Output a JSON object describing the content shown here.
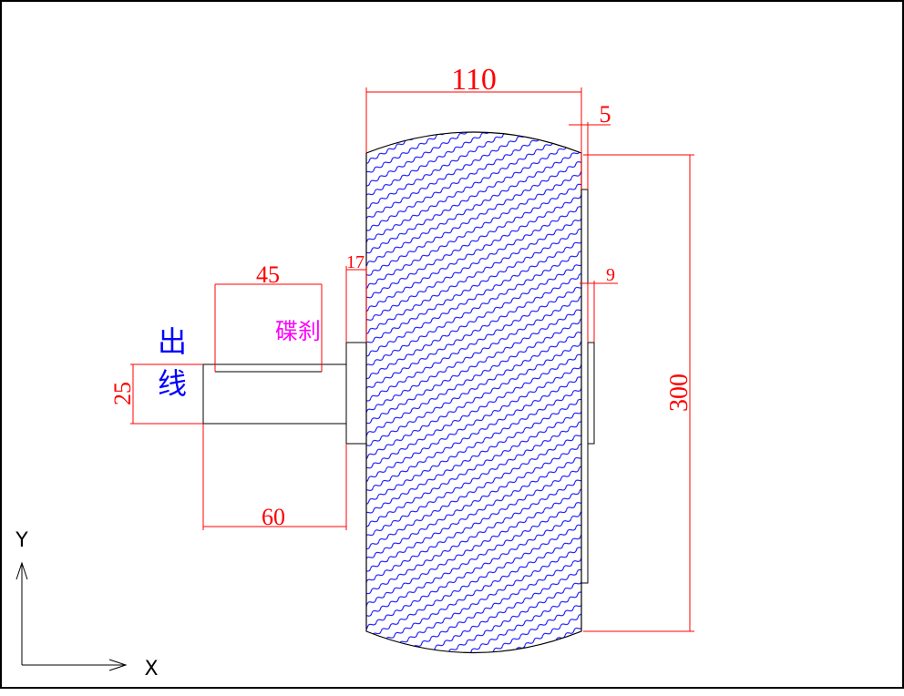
{
  "dimensions": {
    "tire_width": "110",
    "rim_offset": "5",
    "tire_diameter": "300",
    "right_hub_width": "9",
    "left_hub_width": "17",
    "brake_width": "45",
    "axle_length": "60",
    "axle_diameter": "25"
  },
  "labels": {
    "cable_outlet_line1": "出",
    "cable_outlet_line2": "线",
    "disc_brake": "碟刹"
  },
  "ucs": {
    "x_axis": "X",
    "y_axis": "Y"
  },
  "colors": {
    "dimension": "#ff0000",
    "hatch": "#0000ff",
    "brake_label": "#ff00ff",
    "outline": "#000000"
  }
}
